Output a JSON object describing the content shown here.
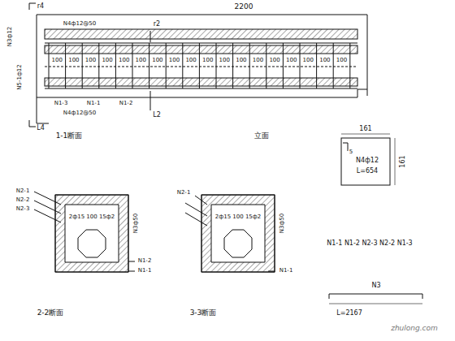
{
  "diagram": {
    "labels": [
      "2200",
      "1-1断面",
      "立面",
      "r4",
      "r2",
      "L4",
      "L2",
      "N4ф12@50",
      "N4ф12@50",
      "N3ф12",
      "N5-1ф12",
      "N1-3",
      "N1-1",
      "N1-2",
      "2-2断面",
      "3-3断面",
      "N2-1",
      "N2-2",
      "N2-3",
      "N1-2",
      "N1-1",
      "N3ф50",
      "N2-1",
      "N3ф50",
      "N1-1",
      "2ф15 100 15ф2",
      "2ф15 100 15ф2",
      "161",
      "161",
      "5",
      "N4ф12",
      "L=654",
      "N1-1 N1-2 N2-3 N2-2 N1-3",
      "N3",
      "L=2167",
      "zhulong.com",
      "100",
      "100",
      "100",
      "100",
      "100",
      "100",
      "100",
      "100",
      "100",
      "100",
      "100",
      "100",
      "100",
      "100",
      "100",
      "100",
      "100",
      "100"
    ]
  }
}
